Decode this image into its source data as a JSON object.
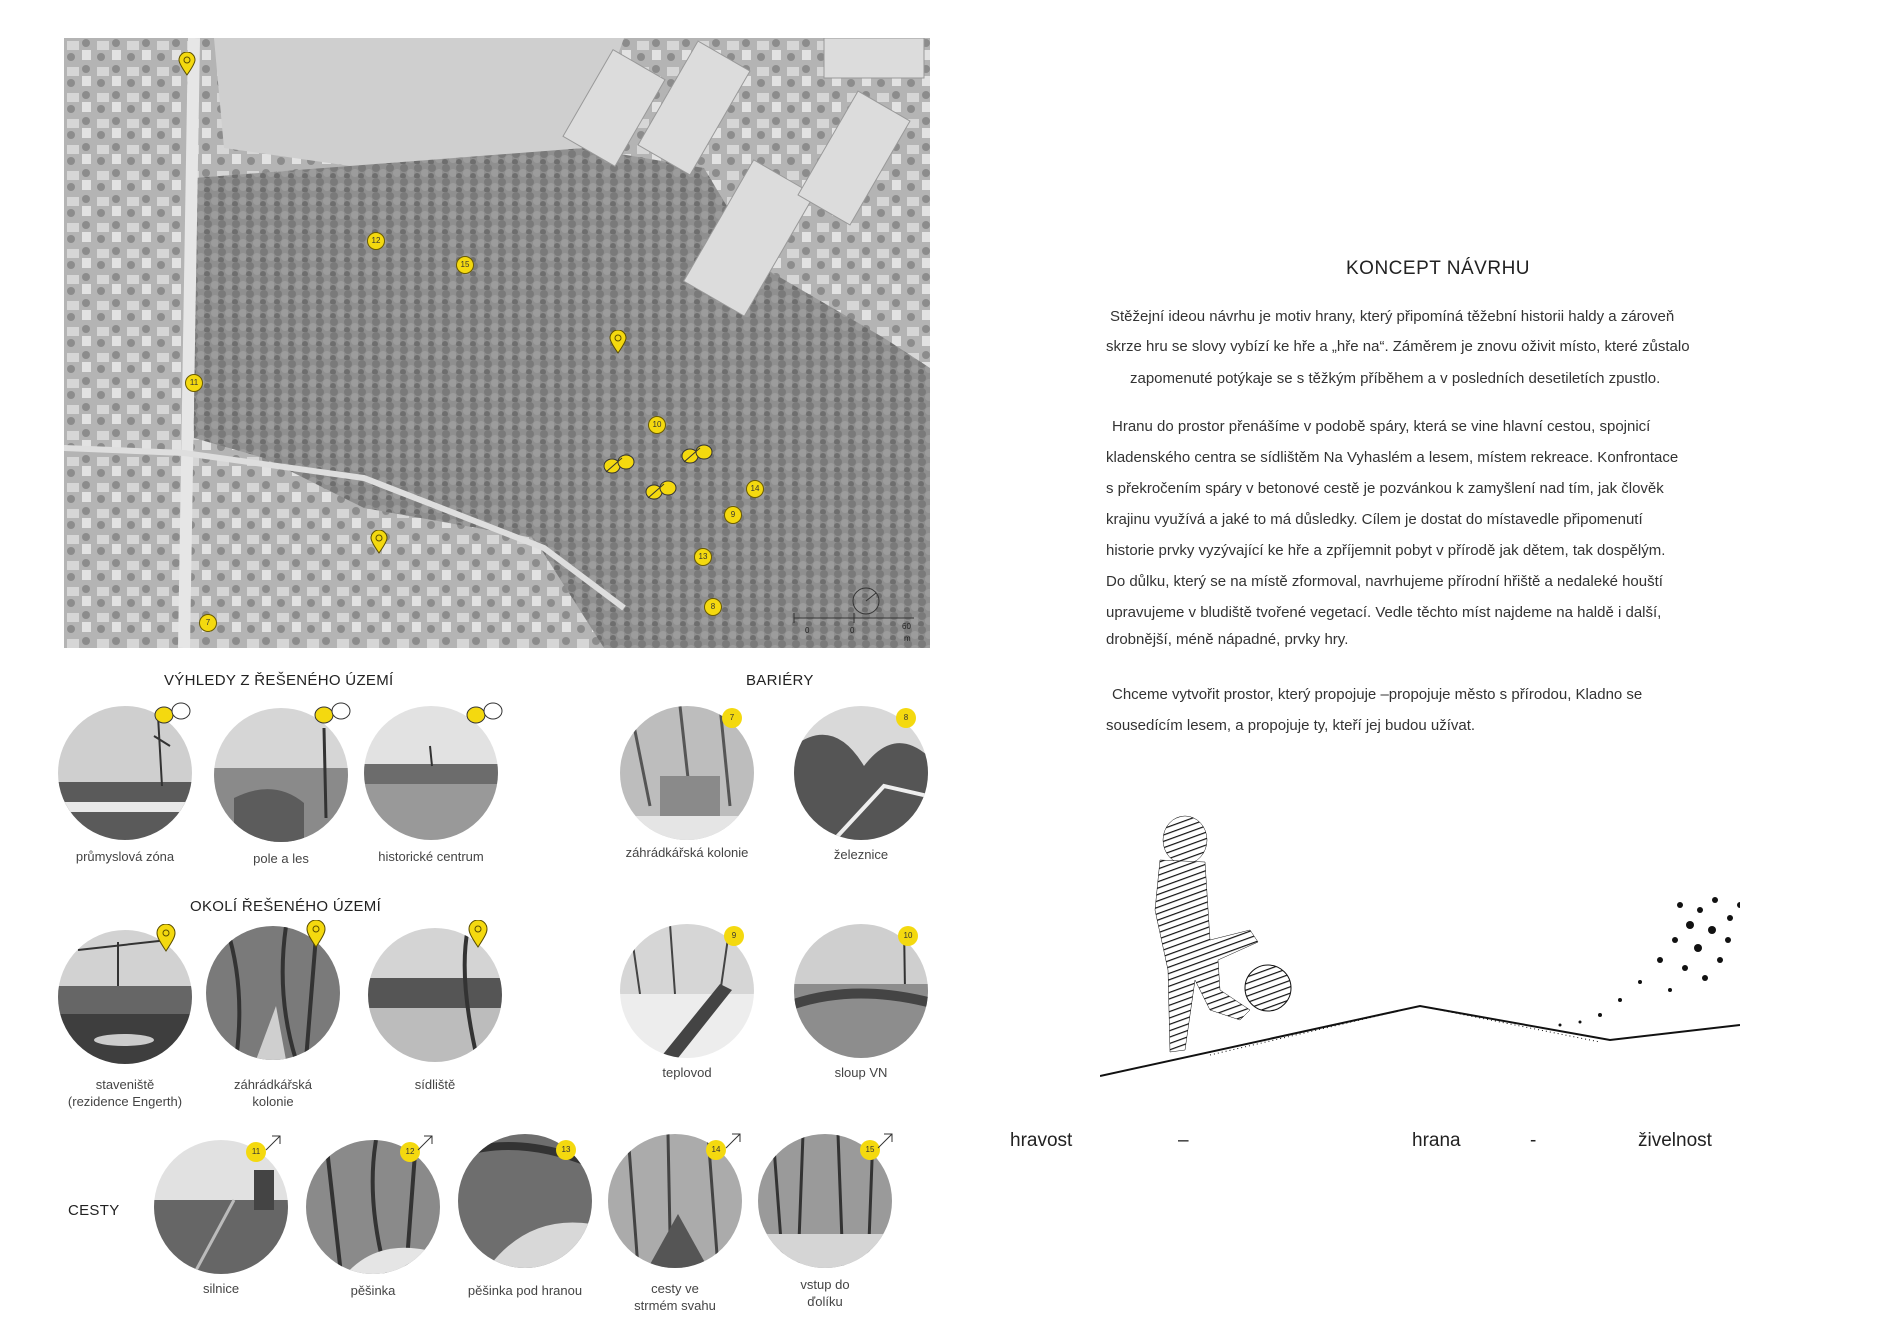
{
  "map": {
    "markers": [
      {
        "id": "10",
        "label": "10"
      },
      {
        "id": "11",
        "label": "11"
      },
      {
        "id": "12",
        "label": "12"
      },
      {
        "id": "13",
        "label": "13"
      },
      {
        "id": "14",
        "label": "14"
      },
      {
        "id": "15",
        "label": "15"
      },
      {
        "id": "7",
        "label": "7"
      },
      {
        "id": "8",
        "label": "8"
      },
      {
        "id": "9",
        "label": "9"
      }
    ],
    "scale": {
      "labels": [
        "0",
        "0",
        "60"
      ],
      "unit": "m"
    }
  },
  "sections": {
    "views_title": "VÝHLEDY Z ŘEŠENÉHO ÚZEMÍ",
    "barriers_title": "BARIÉRY",
    "surroundings_title": "OKOLÍ ŘEŠENÉHO ÚZEMÍ",
    "paths_title": "CESTY"
  },
  "photos": {
    "views": [
      "průmyslová zóna",
      "pole a les",
      "historické centrum"
    ],
    "barriers": [
      {
        "badge": "7",
        "label": "záhrádkářská kolonie"
      },
      {
        "badge": "8",
        "label": "železnice"
      },
      {
        "badge": "9",
        "label": "teplovod"
      },
      {
        "badge": "10",
        "label": "sloup VN"
      }
    ],
    "surroundings": [
      {
        "label_line1": "staveniště",
        "label_line2": "(rezidence Engerth)"
      },
      {
        "label_line1": "záhrádkářská",
        "label_line2": "kolonie"
      },
      {
        "label_line1": "sídliště",
        "label_line2": ""
      }
    ],
    "paths": [
      {
        "badge": "11",
        "label_line1": "silnice",
        "label_line2": ""
      },
      {
        "badge": "12",
        "label_line1": "pěšinka",
        "label_line2": ""
      },
      {
        "badge": "13",
        "label_line1": "pěšinka pod hranou",
        "label_line2": ""
      },
      {
        "badge": "14",
        "label_line1": "cesty ve",
        "label_line2": "strmém svahu"
      },
      {
        "badge": "15",
        "label_line1": "vstup do",
        "label_line2": "ďolíku"
      }
    ]
  },
  "concept": {
    "title": "KONCEPT NÁVRHU",
    "para1": [
      "Stěžejní ideou návrhu je motiv hrany, který připomíná těžební historii haldy a zároveň",
      "skrze hru se slovy vybízí ke hře a „hře na“. Záměrem je znovu oživit místo, které zůstalo",
      "zapomenuté potýkaje se s těžkým příběhem a v posledních desetiletích zpustlo."
    ],
    "para2": [
      "Hranu do prostor přenášíme v podobě spáry, která se vine hlavní cestou, spojnicí",
      "kladenského centra se sídlištěm Na Vyhaslém a lesem, místem rekreace. Konfrontace",
      "s překročením spáry v betonové cestě je pozvánkou k zamyšlení nad tím, jak člověk",
      "krajinu využívá a jaké to má důsledky. Cílem je dostat do místavedle připomenutí",
      "historie prvky vyzývající ke hře a zpříjemnit pobyt v přírodě jak dětem, tak dospělým.",
      "Do důlku, který se na místě zformoval, navrhujeme přírodní hřiště a nedaleké houští",
      "upravujeme v bludiště tvořené vegetací. Vedle těchto míst najdeme na haldě i další,",
      "drobnější, méně nápadné, prvky hry."
    ],
    "para3": [
      "Chceme vytvořit prostor, který propojuje –propojuje město s přírodou, Kladno se",
      "sousedícím lesem, a propojuje ty, kteří jej budou užívat."
    ]
  },
  "keywords": {
    "left": "hravost",
    "dash1": "–",
    "middle": "hrana",
    "dash2": "-",
    "right": "živelnost"
  }
}
